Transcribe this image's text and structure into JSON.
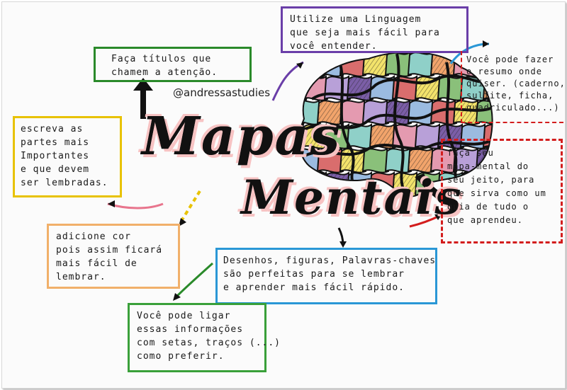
{
  "title": {
    "line1": "Mapas",
    "line2": "Mentais"
  },
  "handle": "@andressastudies",
  "boxes": {
    "purple": {
      "lines": [
        "Utilize uma Linguagem",
        "que seja mais fácil para",
        "você entender."
      ]
    },
    "green_top": {
      "lines": [
        "Faça títulos que",
        "chamem a atenção."
      ]
    },
    "yellow": {
      "lines": [
        "escreva as",
        "partes mais",
        "Importantes",
        "e que devem",
        "ser lembradas."
      ]
    },
    "orange": {
      "lines": [
        "adicione cor",
        "pois assim ficará",
        "mais fácil de",
        "lembrar."
      ]
    },
    "blue": {
      "lines": [
        "Desenhos, figuras, Palavras-chaves",
        "são perfeitas para se lembrar",
        "e aprender mais fácil rápido."
      ]
    },
    "green_bottom": {
      "lines": [
        "Você pode ligar",
        "essas informações",
        "com setas, traços (...)",
        "como preferir."
      ]
    },
    "red_top": {
      "lines": [
        "Você pode fazer",
        "o resumo onde",
        "quiser. (caderno,",
        "sulfite, ficha,",
        "quadriculado...)"
      ]
    },
    "red": {
      "lines": [
        "faça seu",
        "mapa-mental do",
        "seu jeito, para",
        "que sirva como um",
        "guia de tudo o",
        "que aprendeu."
      ]
    }
  },
  "colors": {
    "purple": "#6a3ea8",
    "green": "#2a8a2a",
    "yellow": "#e8c200",
    "orange": "#f1b06a",
    "blue": "#2a97d6",
    "red": "#d31d1d",
    "pink": "#f7c3c3"
  },
  "brain_palette": [
    "#7b5ea7",
    "#e49ab0",
    "#8fd0c8",
    "#f3e36b",
    "#9bbbe0",
    "#b8a0d8",
    "#f2a46b",
    "#8ac07a",
    "#d96d6d"
  ]
}
